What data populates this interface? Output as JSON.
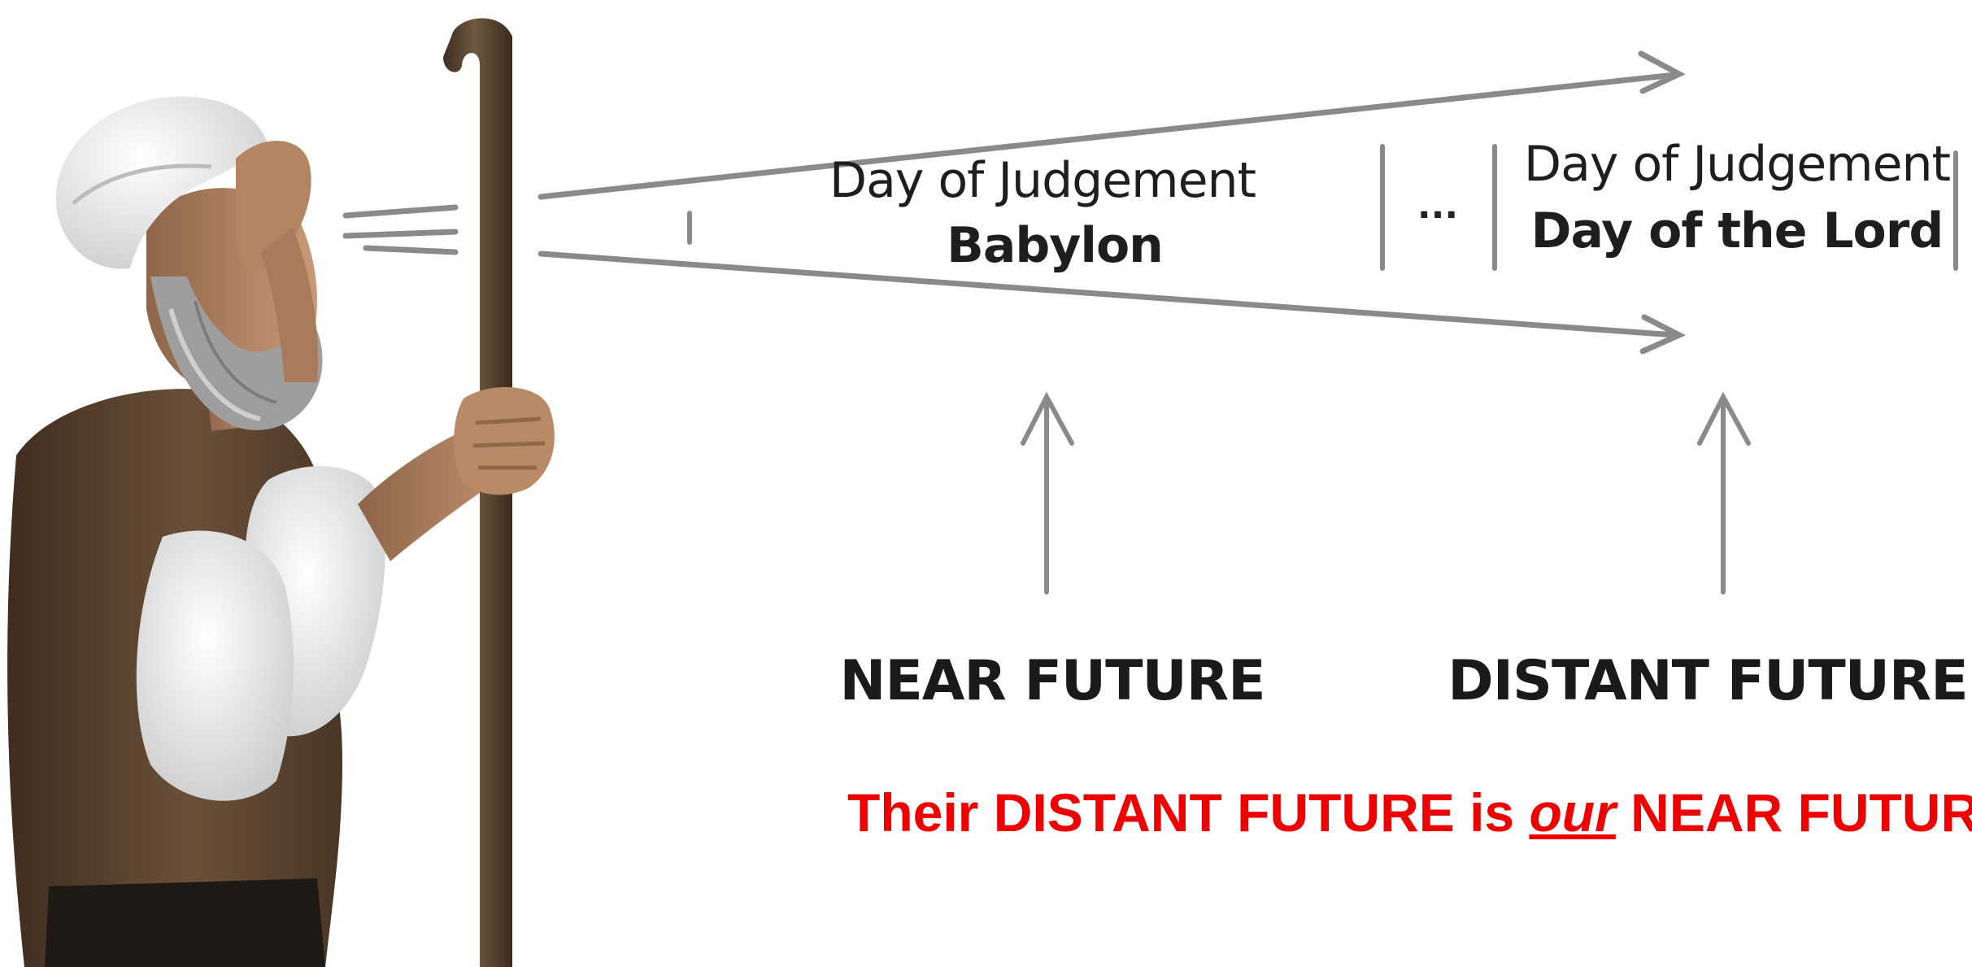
{
  "diagram": {
    "near_event": {
      "title": "Day of Judgement",
      "subtitle": "Babylon"
    },
    "ellipsis": "...",
    "far_event": {
      "title": "Day of Judgement",
      "subtitle": "Day of the Lord"
    },
    "near_label": "NEAR FUTURE",
    "far_label": "DISTANT FUTURE",
    "caption": {
      "part1": "Their DISTANT FUTURE is ",
      "emphasis": "our",
      "part2": " NEAR FUTURE"
    }
  },
  "colors": {
    "line_gray": "#8a8a8a",
    "caption_red": "#ee0000",
    "robe_brown": "#5a4330",
    "staff_brown": "#5b4632",
    "skin": "#b98a67",
    "white_cloth": "#f2f2f2",
    "beard_gray": "#9a9a9a"
  }
}
